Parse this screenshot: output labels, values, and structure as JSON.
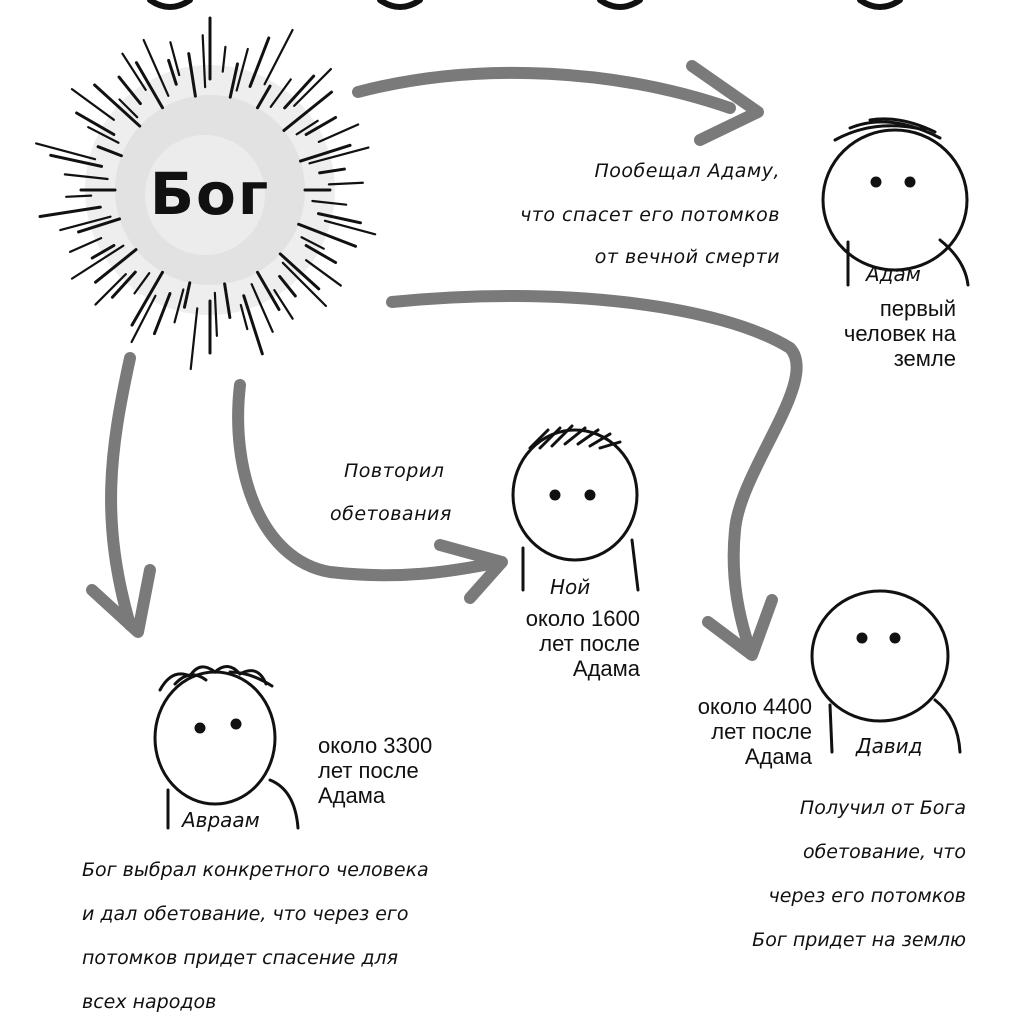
{
  "god": {
    "label": "Бог"
  },
  "adam": {
    "name": "Адам",
    "desc": [
      "первый",
      "человек на",
      "земле"
    ],
    "promise": [
      "Пообещал Адаму,",
      "что спасет его потомков",
      "от вечной смерти"
    ]
  },
  "noah": {
    "name": "Ной",
    "desc": [
      "около 1600",
      "лет после",
      "Адама"
    ],
    "promise": [
      "Повторил",
      "обетования"
    ]
  },
  "abraham": {
    "name": "Авраам",
    "desc": [
      "около 3300",
      "лет после",
      "Адама"
    ],
    "promise": [
      "Бог выбрал конкретного человека",
      "и дал обетование, что через его",
      "потомков придет спасение для",
      "всех народов"
    ]
  },
  "david": {
    "name": "Давид",
    "desc": [
      "около 4400",
      "лет после",
      "Адама"
    ],
    "promise": [
      "Получил от Бога",
      "обетование, что",
      "через его потомков",
      "Бог придет на землю"
    ]
  },
  "colors": {
    "arrow": "#7a7a7a",
    "ink": "#111111",
    "glow": "#e6e6e6"
  }
}
